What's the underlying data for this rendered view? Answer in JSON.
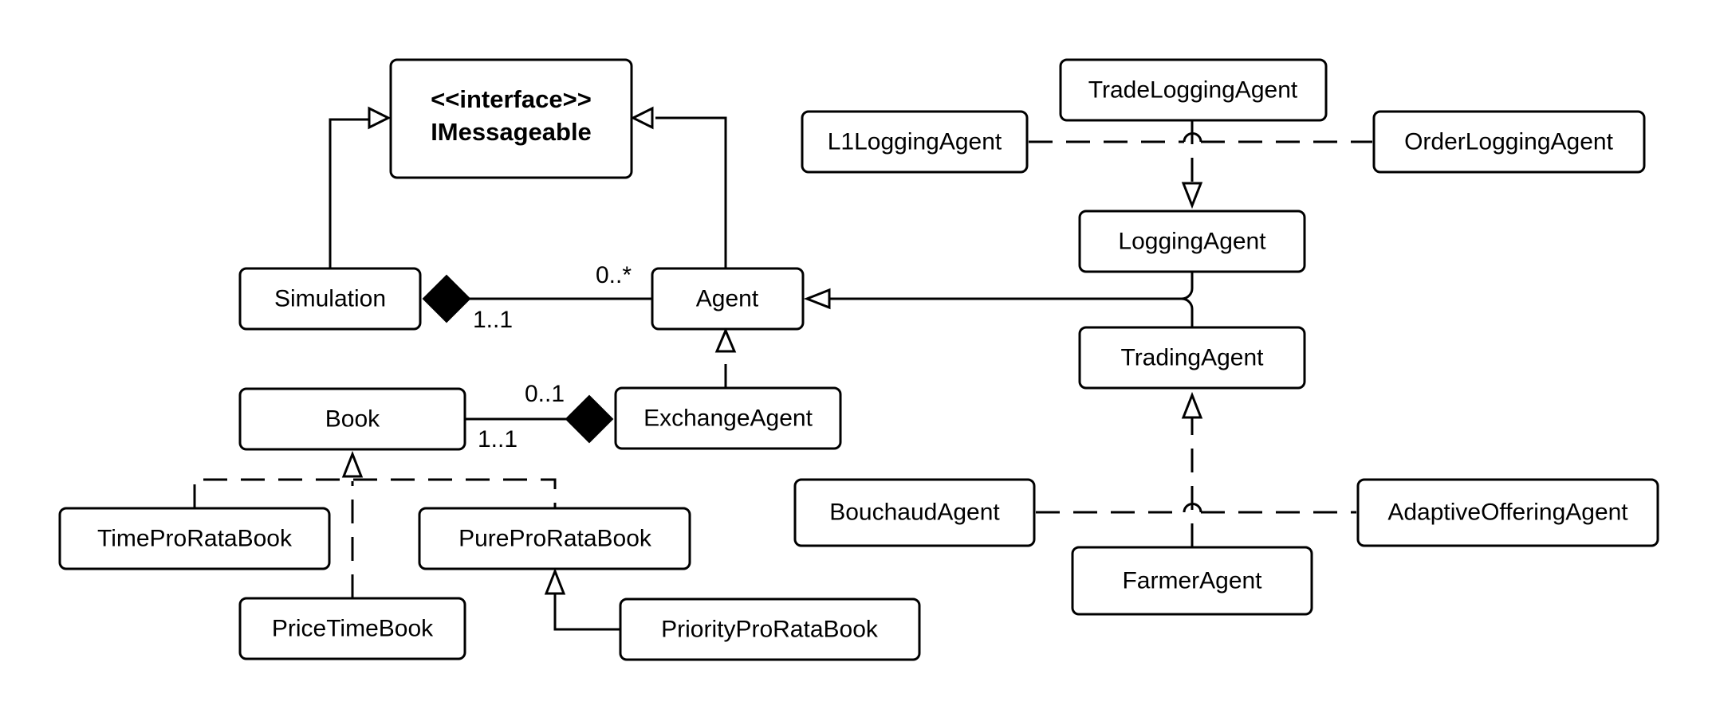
{
  "classes": {
    "imessageable": {
      "stereotype": "<<interface>>",
      "name": "IMessageable"
    },
    "simulation": {
      "name": "Simulation"
    },
    "agent": {
      "name": "Agent"
    },
    "exchange_agent": {
      "name": "ExchangeAgent"
    },
    "book": {
      "name": "Book"
    },
    "time_pro_rata_book": {
      "name": "TimeProRataBook"
    },
    "pure_pro_rata_book": {
      "name": "PureProRataBook"
    },
    "price_time_book": {
      "name": "PriceTimeBook"
    },
    "priority_pro_rata_book": {
      "name": "PriorityProRataBook"
    },
    "trade_logging_agent": {
      "name": "TradeLoggingAgent"
    },
    "l1_logging_agent": {
      "name": "L1LoggingAgent"
    },
    "order_logging_agent": {
      "name": "OrderLoggingAgent"
    },
    "logging_agent": {
      "name": "LoggingAgent"
    },
    "trading_agent": {
      "name": "TradingAgent"
    },
    "bouchaud_agent": {
      "name": "BouchaudAgent"
    },
    "adaptive_offering_agent": {
      "name": "AdaptiveOfferingAgent"
    },
    "farmer_agent": {
      "name": "FarmerAgent"
    }
  },
  "multiplicities": {
    "simulation_agent_agent_end": "0..*",
    "simulation_agent_simulation_end": "1..1",
    "book_exchange_book_end": "0..1",
    "book_exchange_exchange_end": "1..1"
  }
}
